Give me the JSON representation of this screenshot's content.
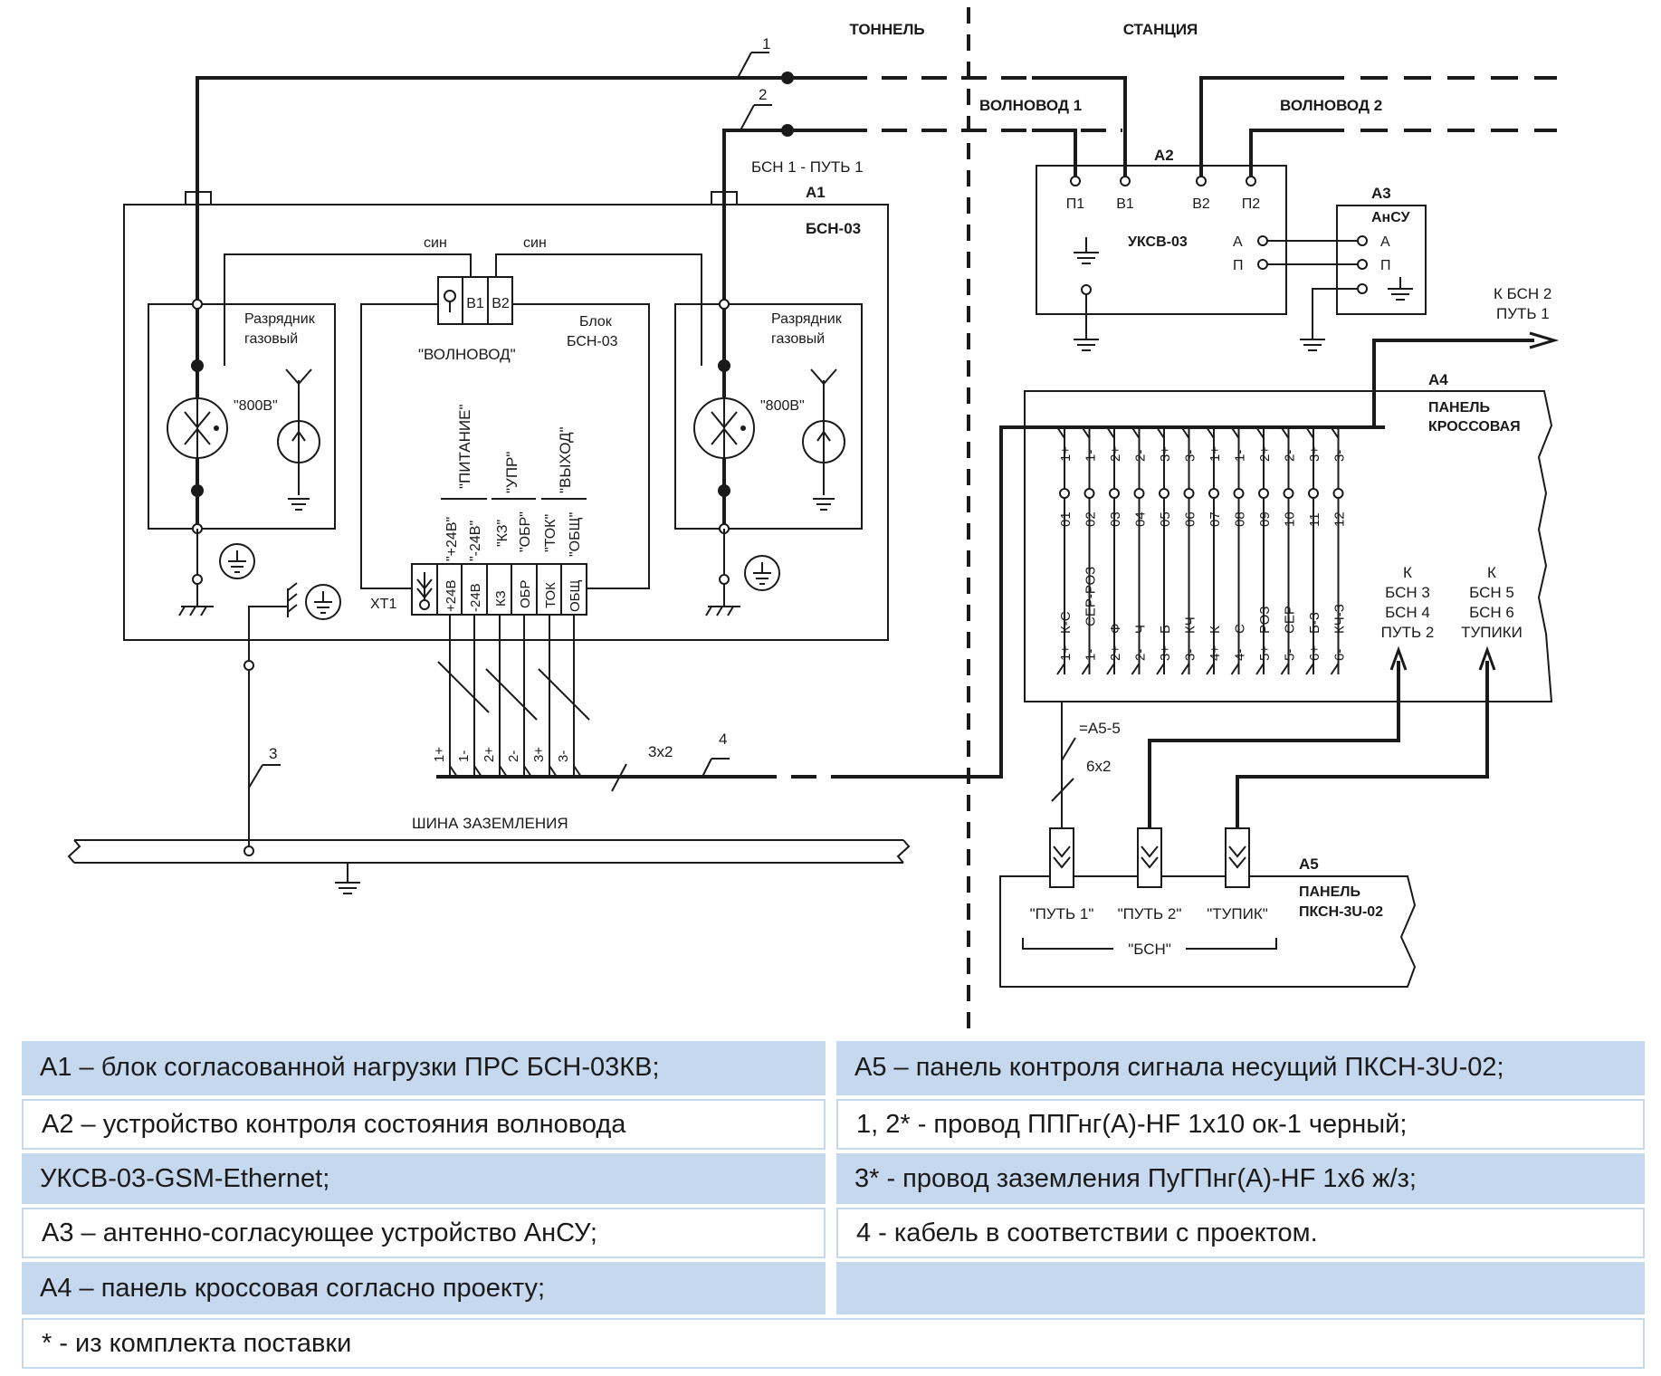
{
  "diagram": {
    "zones": {
      "tunnel": "ТОННЕЛЬ",
      "station": "СТАНЦИЯ"
    },
    "wires": {
      "w1": "1",
      "w2": "2",
      "w3": "3",
      "w4": "4",
      "cable_3x2": "3х2",
      "cable_6x2": "6х2",
      "cable_a55": "=А5-5"
    },
    "waveguides": {
      "wg1": "ВОЛНОВОД 1",
      "wg2": "ВОЛНОВОД 2"
    },
    "a1": {
      "path_label": "БСН 1 - ПУТЬ 1",
      "tag": "А1",
      "model": "БСН-03",
      "sync1": "син",
      "sync2": "син",
      "arrester_line1": "Разрядник",
      "arrester_line2": "газовый",
      "v800": "\"800В\"",
      "wave_conn": [
        "В1",
        "В2"
      ],
      "wave_label": "\"ВОЛНОВОД\"",
      "block_line1": "Блок",
      "block_line2": "БСН-03",
      "groups": [
        "\"ПИТАНИЕ\"",
        "\"УПР\"",
        "\"ВЫХОД\""
      ],
      "group_sub": [
        "\"+24В\"",
        "\"-24В\"",
        "\"КЗ\"",
        "\"ОБР\"",
        "\"ТОК\"",
        "\"ОБЩ\""
      ],
      "xt1": "ХТ1",
      "terminals": [
        "+24В",
        "-24В",
        "КЗ",
        "ОБР",
        "ТОК",
        "ОБЩ"
      ],
      "pairs": [
        "1+",
        "1-",
        "2+",
        "2-",
        "3+",
        "3-"
      ]
    },
    "ground_bus": "ШИНА ЗАЗЕМЛЕНИЯ",
    "a2": {
      "tag": "А2",
      "name": "УКСВ-03",
      "top_pins": [
        "П1",
        "В1",
        "В2",
        "П2"
      ],
      "side_pins": [
        "А",
        "П"
      ]
    },
    "a3": {
      "tag": "А3",
      "name": "АнСУ",
      "pins": [
        "А",
        "П"
      ]
    },
    "to_bsn2": [
      "К БСН 2",
      "ПУТЬ 1"
    ],
    "a4": {
      "tag": "А4",
      "name_line1": "ПАНЕЛЬ",
      "name_line2": "КРОССОВАЯ",
      "top_pins": [
        "1+",
        "1-",
        "2+",
        "2-",
        "3+",
        "3-",
        "1+",
        "1-",
        "2+",
        "2-",
        "3+",
        "3-"
      ],
      "numbers": [
        "01",
        "02",
        "03",
        "04",
        "05",
        "06",
        "07",
        "08",
        "09",
        "10",
        "11",
        "12"
      ],
      "signals": [
        "К-С",
        "СЕР-РОЗ",
        "Ф",
        "Ч",
        "Б",
        "КЧ",
        "К",
        "С",
        "РОЗ",
        "СЕР",
        "Б-З",
        "КЧ-З"
      ],
      "bottom_pins": [
        "1+",
        "1-",
        "2+",
        "2-",
        "3+",
        "3-",
        "4+",
        "4-",
        "5+",
        "5-",
        "6+",
        "6-"
      ],
      "route1": [
        "К",
        "БСН 3",
        "БСН 4",
        "ПУТЬ 2"
      ],
      "route2": [
        "К",
        "БСН 5",
        "БСН 6",
        "ТУПИКИ"
      ]
    },
    "a5": {
      "tag": "А5",
      "name_line1": "ПАНЕЛЬ",
      "name_line2": "ПКСН-3U-02",
      "ports": [
        "\"ПУТЬ 1\"",
        "\"ПУТЬ 2\"",
        "\"ТУПИК\""
      ],
      "group": "\"БСН\""
    }
  },
  "legend": {
    "left": [
      "А1 – блок согласованной нагрузки ПРС БСН-03КВ;",
      "А2 – устройство контроля состояния волновода",
      "УКСВ-03-GSM-Ethernet;",
      "А3 – антенно-согласующее устройство АнСУ;",
      "А4 – панель кроссовая согласно проекту;"
    ],
    "right": [
      "А5 – панель контроля сигнала несущий ПКСН-3U-02;",
      "1, 2* - провод ППГнг(А)-HF 1х10 ок-1 черный;",
      "3* - провод заземления ПуГПнг(А)-HF 1х6 ж/з;",
      "4 - кабель в соответствии с проектом."
    ],
    "footer": "* - из комплекта поставки"
  },
  "colors": {
    "line": "#1a1a1a",
    "legend_fill": "#c6d8ee"
  }
}
